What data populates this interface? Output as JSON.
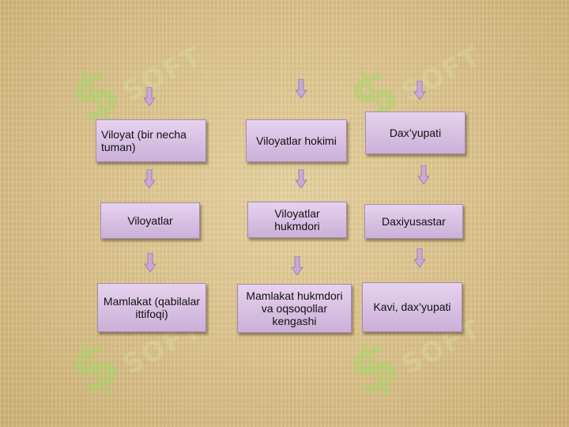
{
  "columns": [
    {
      "boxes": [
        "Viloyat (bir necha tuman)",
        "Viloyatlar",
        "Mamlakat (qabilalar ittifoqi)"
      ]
    },
    {
      "boxes": [
        "Viloyatlar hokimi",
        "Viloyatlar hukmdori",
        "Mamlakat hukmdori va oqsoqollar kengashi"
      ]
    },
    {
      "boxes": [
        "Dax’yupati",
        "Daxiyusastar",
        "Kavi, dax’yupati"
      ]
    }
  ],
  "colors": {
    "box_fill_top": "#e6d2ee",
    "box_fill_bottom": "#cbb0d8",
    "arrow_fill": "#c9a9d9",
    "watermark": "#a8d66a"
  },
  "watermark_text": "SOFT"
}
